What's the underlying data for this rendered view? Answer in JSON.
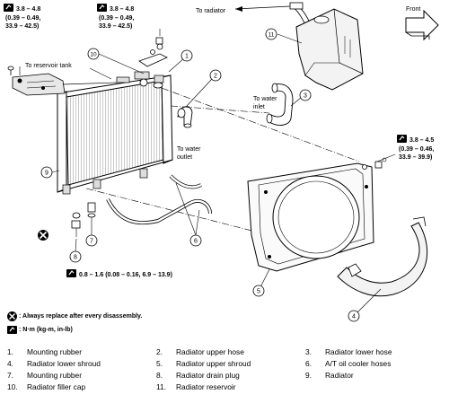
{
  "callouts": {
    "c1": "1",
    "c2": "2",
    "c3": "3",
    "c4": "4",
    "c5": "5",
    "c6": "6",
    "c7": "7",
    "c8": "8",
    "c9": "9",
    "c10": "10",
    "c11": "11"
  },
  "labels": {
    "to_radiator": "To radiator",
    "front": "Front",
    "to_reservoir_tank": "To reservoir tank",
    "to_water_inlet_1": "To water",
    "to_water_inlet_2": "inlet",
    "to_water_outlet_1": "To water",
    "to_water_outlet_2": "outlet"
  },
  "torques": {
    "left_top": [
      "3.8 – 4.8",
      "(0.39 – 0.49,",
      "33.9 – 42.5)"
    ],
    "center_top": [
      "3.8 – 4.8",
      "(0.39 – 0.49,",
      "33.9 – 42.5)"
    ],
    "right": [
      "3.8 – 4.5",
      "(0.39 – 0.46,",
      "33.9 – 39.9)"
    ],
    "bottom": "0.8 – 1.6 (0.08 – 0.16, 6.9 – 13.9)"
  },
  "legend": {
    "replace": ": Always replace after every disassembly.",
    "torque_unit": ": N·m (kg-m, in-lb)"
  },
  "parts": [
    {
      "num": "1.",
      "name": "Mounting rubber"
    },
    {
      "num": "2.",
      "name": "Radiator upper hose"
    },
    {
      "num": "3.",
      "name": "Radiator lower hose"
    },
    {
      "num": "4.",
      "name": "Radiator lower shroud"
    },
    {
      "num": "5.",
      "name": "Radiator upper shroud"
    },
    {
      "num": "6.",
      "name": "A/T oil cooler hoses"
    },
    {
      "num": "7.",
      "name": "Mounting rubber"
    },
    {
      "num": "8.",
      "name": "Radiator drain plug"
    },
    {
      "num": "9.",
      "name": "Radiator"
    },
    {
      "num": "10.",
      "name": "Radiator filler cap"
    },
    {
      "num": "11.",
      "name": "Radiator reservoir"
    }
  ]
}
